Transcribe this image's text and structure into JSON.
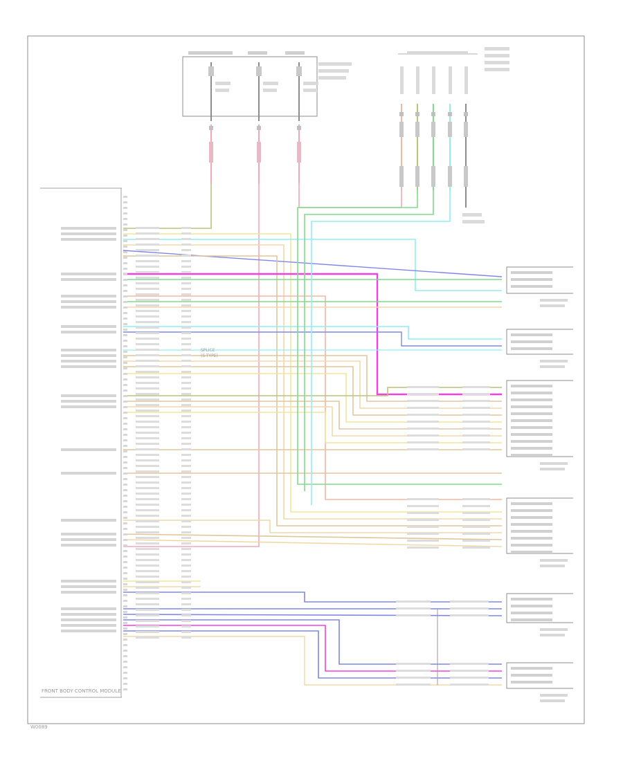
{
  "footer": {
    "code": "W0089"
  },
  "bottom_module": {
    "label": "FRONT BODY CONTROL MODULE"
  },
  "notes": [
    {
      "text": "SPLICE"
    },
    {
      "text": "(S-TYPE)"
    }
  ],
  "colors": {
    "pink": "#f2a6b8",
    "salmon": "#f4b6a4",
    "olive": "#b9c47a",
    "yellow": "#f2e69a",
    "cream": "#f0d9a8",
    "green": "#7fdc8c",
    "cyan": "#8feef2",
    "blue": "#7f86e8",
    "magenta": "#f040e0",
    "tan": "#e0c69a",
    "gray": "#8c8c8c"
  }
}
